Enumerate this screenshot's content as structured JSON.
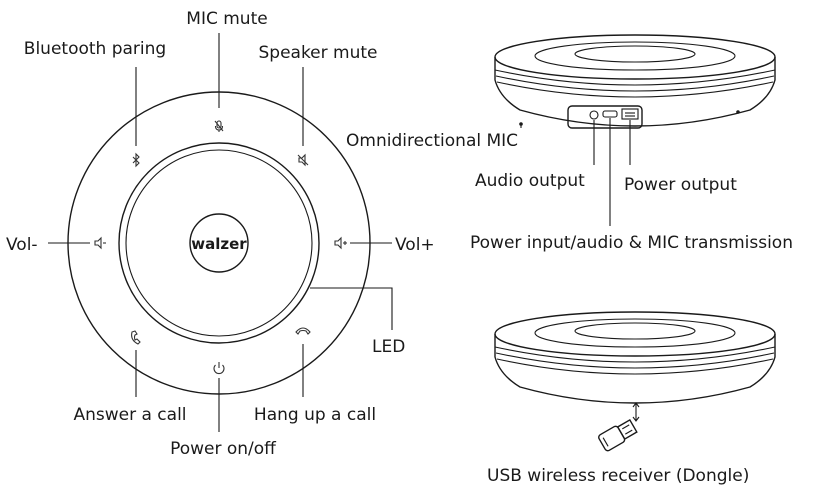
{
  "labels": {
    "mic_mute": "MIC mute",
    "bluetooth_paring": "Bluetooth paring",
    "speaker_mute": "Speaker mute",
    "vol_down": "Vol-",
    "vol_up": "Vol+",
    "led": "LED",
    "answer_call": "Answer a call",
    "hang_up_call": "Hang up a call",
    "power_on_off": "Power on/off",
    "omnidirectional_mic": "Omnidirectional MIC",
    "audio_output": "Audio output",
    "power_output": "Power output",
    "power_input": "Power input/audio & MIC transmission",
    "usb_dongle": "USB wireless receiver (Dongle)"
  },
  "brand": "walzer",
  "icons": [
    "mic-mute-icon",
    "bluetooth-icon",
    "speaker-mute-icon",
    "vol-down-icon",
    "vol-up-icon",
    "answer-call-icon",
    "hang-up-icon",
    "power-icon",
    "usb-dongle-icon"
  ],
  "colors": {
    "ink": "#1a1a1a",
    "background": "#ffffff"
  }
}
